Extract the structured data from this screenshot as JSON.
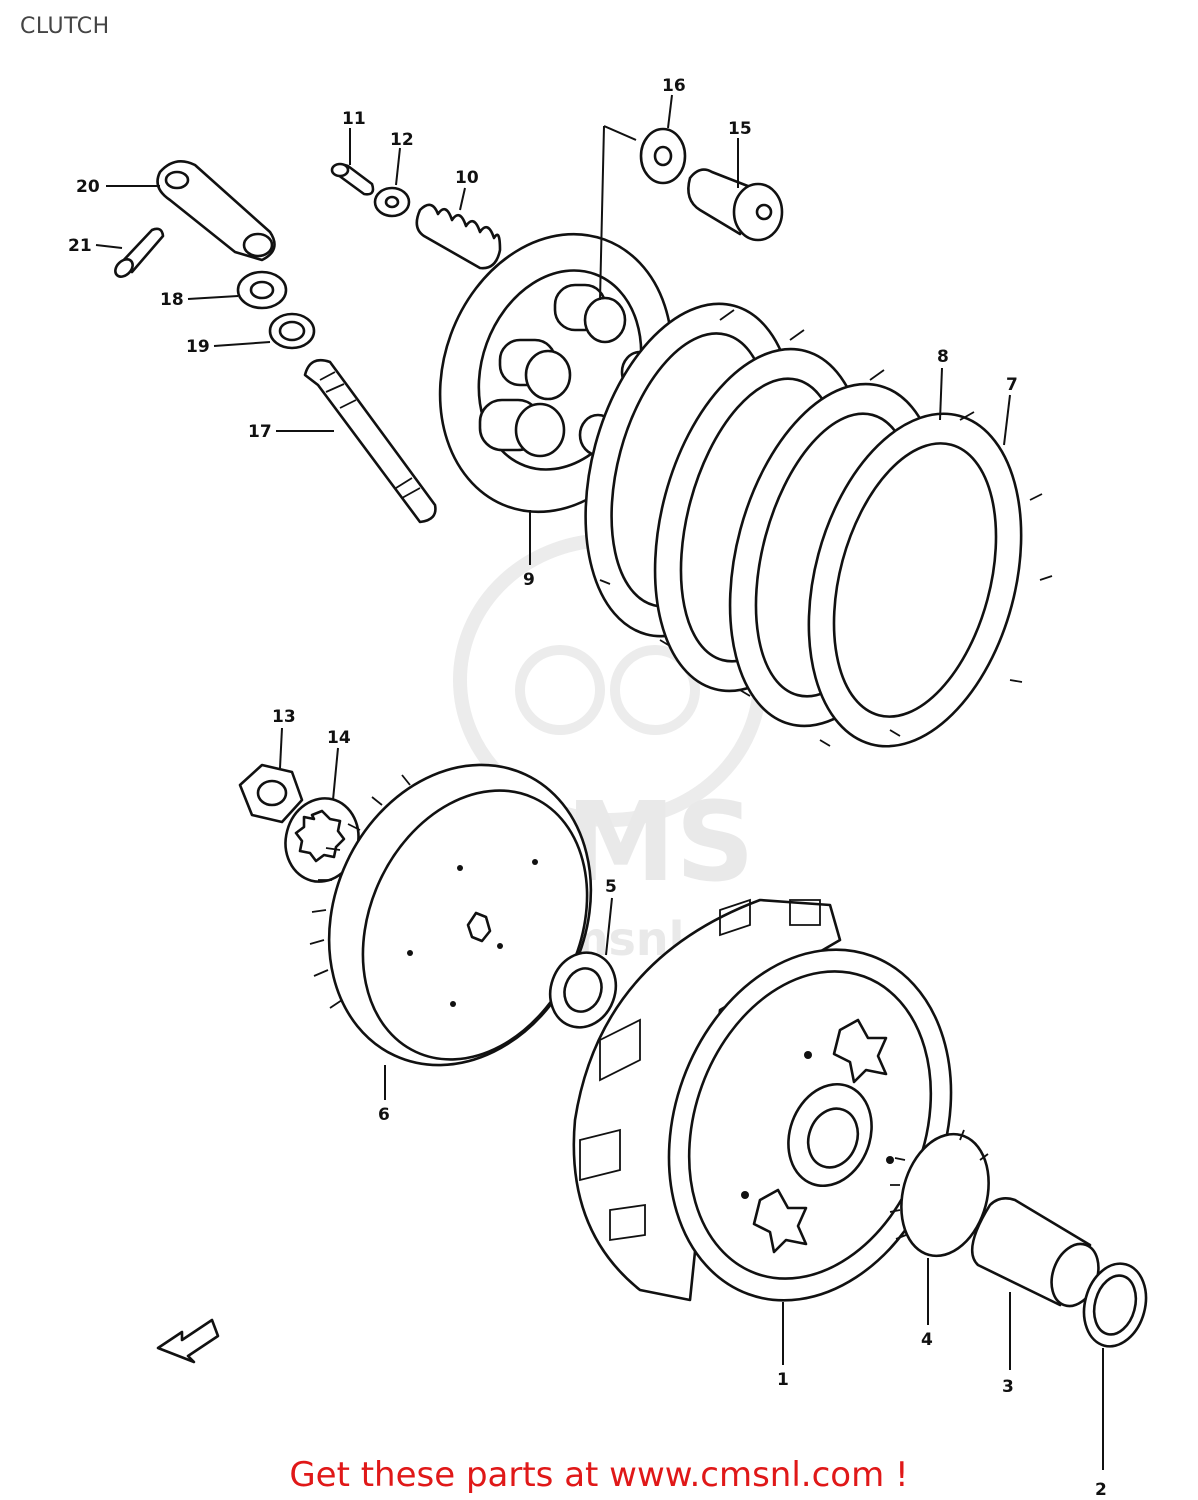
{
  "title": "CLUTCH",
  "watermark": {
    "logo_text": "CMS",
    "url_text": "www.cmsnl.com"
  },
  "callouts": [
    "1",
    "2",
    "3",
    "4",
    "5",
    "6",
    "7",
    "8",
    "9",
    "10",
    "11",
    "12",
    "13",
    "14",
    "15",
    "16",
    "17",
    "18",
    "19",
    "20",
    "21"
  ],
  "promo_text": "Get these parts at www.cmsnl.com !",
  "colors": {
    "promo": "#e01818",
    "line_art": "#111111",
    "watermark": "#e9e9e9"
  }
}
